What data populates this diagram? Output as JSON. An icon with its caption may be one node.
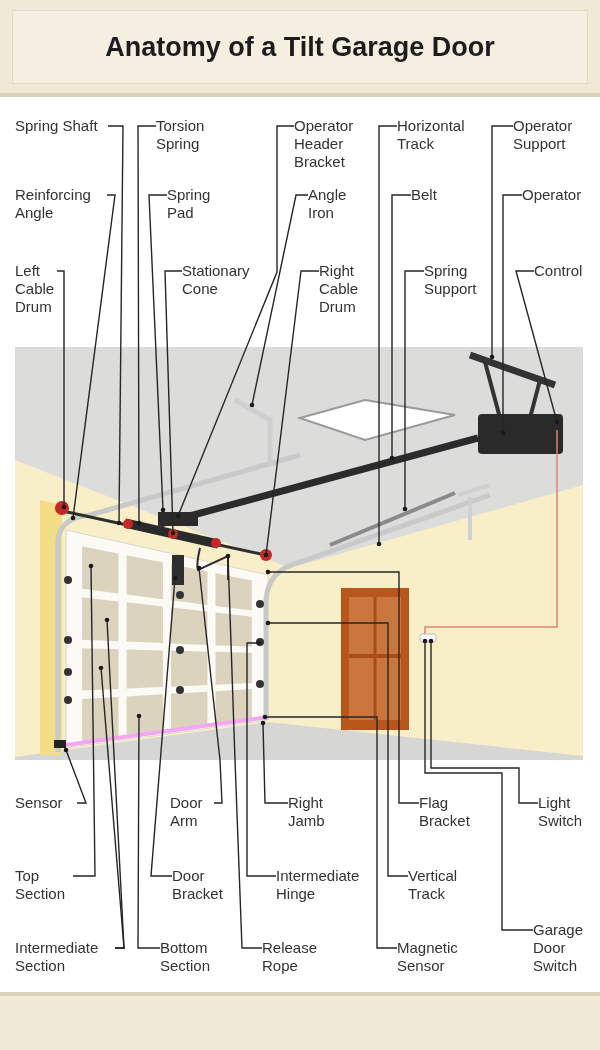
{
  "diagram": {
    "title": "Anatomy of a Tilt Garage Door",
    "nodes": [
      {
        "text": [
          "Spring Shaft"
        ]
      },
      {
        "text": [
          "Torsion Spring"
        ]
      },
      {
        "text": [
          "Operator Header Bracket"
        ]
      },
      {
        "text": [
          "Horizontal Track"
        ]
      },
      {
        "text": [
          "Operator Support"
        ]
      },
      {
        "text": [
          "Reinforcing Angle"
        ]
      },
      {
        "text": [
          "Spring Pad"
        ]
      },
      {
        "text": [
          "Angle Iron"
        ]
      },
      {
        "text": [
          "Belt"
        ]
      },
      {
        "text": [
          "Operator"
        ]
      },
      {
        "text": [
          "Left Cable Drum"
        ]
      },
      {
        "text": [
          "Stationary Cone"
        ]
      },
      {
        "text": [
          "Right Cable Drum"
        ]
      },
      {
        "text": [
          "Spring Support"
        ]
      },
      {
        "text": [
          "Control"
        ]
      },
      {
        "text": [
          "Sensor"
        ]
      },
      {
        "text": [
          "Door Arm"
        ]
      },
      {
        "text": [
          "Right Jamb"
        ]
      },
      {
        "text": [
          "Flag Bracket"
        ]
      },
      {
        "text": [
          "Light Switch"
        ]
      },
      {
        "text": [
          "Top Section"
        ]
      },
      {
        "text": [
          "Door Bracket"
        ]
      },
      {
        "text": [
          "Intermediate Hinge"
        ]
      },
      {
        "text": [
          "Vertical Track"
        ]
      },
      {
        "text": [
          "Garage Door Switch"
        ]
      },
      {
        "text": [
          "Intermediate Section"
        ]
      },
      {
        "text": [
          "Bottom Section"
        ]
      },
      {
        "text": [
          "Release Rope"
        ]
      },
      {
        "text": [
          "Magnetic Sensor"
        ]
      }
    ],
    "edges": [
      {
        "from": 0,
        "to": null,
        "arrow": "other"
      },
      {
        "from": 1,
        "to": null,
        "arrow": "other"
      },
      {
        "from": 2,
        "to": null,
        "arrow": "other"
      },
      {
        "from": 3,
        "to": null,
        "arrow": "other"
      },
      {
        "from": 4,
        "to": null,
        "arrow": "other"
      },
      {
        "from": 5,
        "to": null,
        "arrow": "other"
      },
      {
        "from": 6,
        "to": null,
        "arrow": "other"
      },
      {
        "from": 7,
        "to": null,
        "arrow": "other"
      },
      {
        "from": 8,
        "to": null,
        "arrow": "other"
      },
      {
        "from": 9,
        "to": null,
        "arrow": "other"
      },
      {
        "from": 10,
        "to": null,
        "arrow": "other"
      },
      {
        "from": 11,
        "to": null,
        "arrow": "other"
      },
      {
        "from": 12,
        "to": null,
        "arrow": "other"
      },
      {
        "from": 13,
        "to": null,
        "arrow": "other"
      },
      {
        "from": 14,
        "to": null,
        "arrow": "other"
      },
      {
        "from": 15,
        "to": null,
        "arrow": "other"
      },
      {
        "from": 16,
        "to": null,
        "arrow": "other"
      },
      {
        "from": 17,
        "to": null,
        "arrow": "other"
      },
      {
        "from": 18,
        "to": null,
        "arrow": "other"
      },
      {
        "from": 19,
        "to": null,
        "arrow": "other"
      },
      {
        "from": 20,
        "to": null,
        "arrow": "other"
      },
      {
        "from": 21,
        "to": null,
        "arrow": "other"
      },
      {
        "from": 22,
        "to": null,
        "arrow": "other"
      },
      {
        "from": 23,
        "to": null,
        "arrow": "other"
      },
      {
        "from": 24,
        "to": null,
        "arrow": "other"
      },
      {
        "from": 25,
        "to": null,
        "arrow": "other"
      },
      {
        "from": 25,
        "to": null,
        "arrow": "other"
      },
      {
        "from": 26,
        "to": null,
        "arrow": "other"
      },
      {
        "from": 27,
        "to": null,
        "arrow": "other"
      },
      {
        "from": 28,
        "to": null,
        "arrow": "other"
      }
    ]
  }
}
